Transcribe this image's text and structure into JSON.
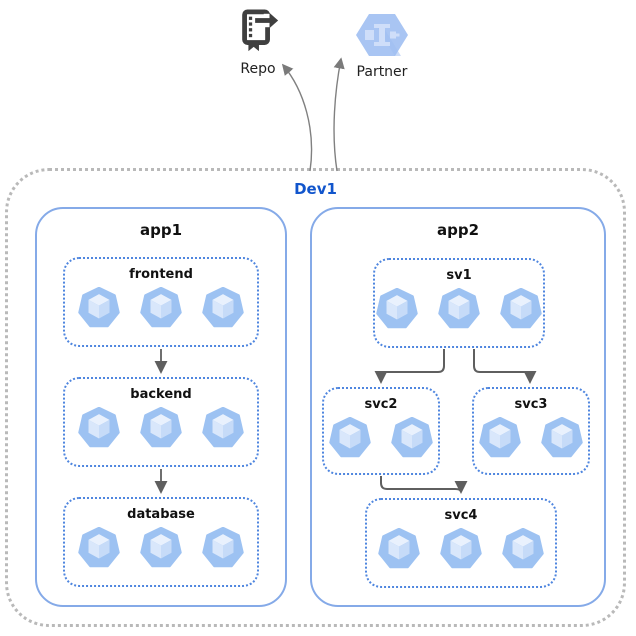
{
  "diagram": {
    "external_nodes": {
      "repo": {
        "label": "Repo",
        "icon": "source-repository-icon"
      },
      "partner": {
        "label": "Partner",
        "icon": "partner-hexagon-icon"
      }
    },
    "boundary": {
      "label": "Dev1"
    },
    "apps": [
      {
        "label": "app1",
        "services": [
          {
            "label": "frontend",
            "pod_count": 3
          },
          {
            "label": "backend",
            "pod_count": 3
          },
          {
            "label": "database",
            "pod_count": 3
          }
        ]
      },
      {
        "label": "app2",
        "services": [
          {
            "label": "sv1",
            "pod_count": 3
          },
          {
            "label": "svc2",
            "pod_count": 2
          },
          {
            "label": "svc3",
            "pod_count": 2
          },
          {
            "label": "svc4",
            "pod_count": 3
          }
        ]
      }
    ],
    "edges": [
      {
        "from": "frontend",
        "to": "backend"
      },
      {
        "from": "backend",
        "to": "database"
      },
      {
        "from": "sv1",
        "to": "svc2"
      },
      {
        "from": "sv1",
        "to": "svc3"
      },
      {
        "from": "svc2",
        "to": "svc4"
      },
      {
        "from": "Dev1",
        "to": "Repo"
      },
      {
        "from": "Dev1",
        "to": "Partner"
      }
    ],
    "colors": {
      "boundary_label": "#1155cc",
      "boundary_border": "#b9b9b9",
      "app_border": "#85aae8",
      "service_border": "#4f86df",
      "arrow": "#666666",
      "pod_fill": "#9dc2f2",
      "repo_icon": "#3f3f3f",
      "partner_hexagon": "#a9c5f3"
    }
  }
}
